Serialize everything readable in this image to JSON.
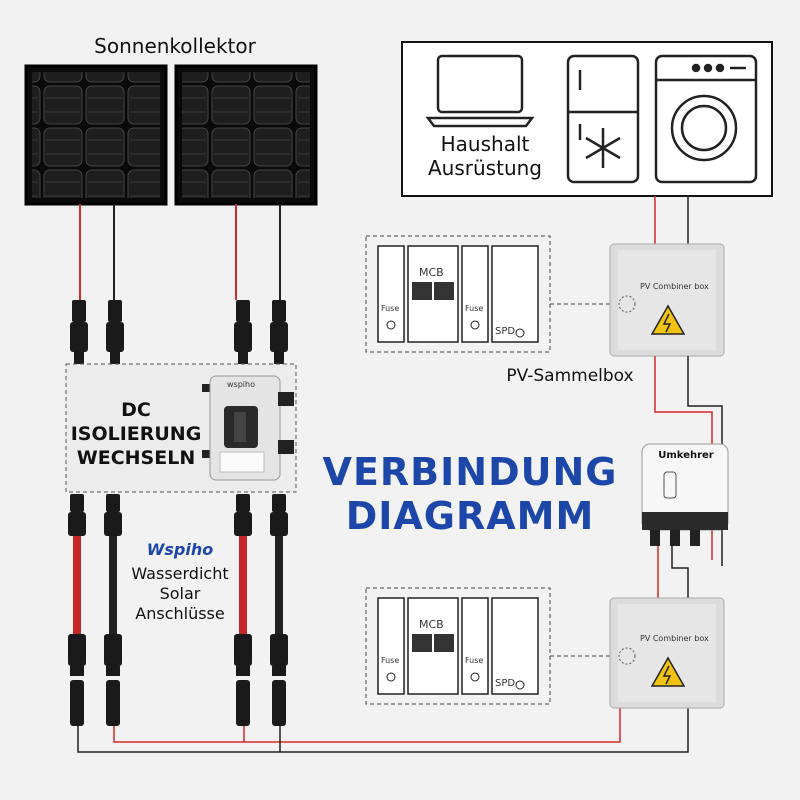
{
  "labels": {
    "solar_panels": "Sonnenkollektor",
    "household_line1": "Haushalt",
    "household_line2": "Ausrüstung",
    "dc_line1": "DC",
    "dc_line2": "ISOLIERUNG",
    "dc_line3": "WECHSELN",
    "main_line1": "VERBINDUNG",
    "main_line2": "DIAGRAMM",
    "pv_combiner": "PV-Sammelbox",
    "inverter": "Umkehrer",
    "brand": "Wspiho",
    "connectors_line1": "Wasserdicht",
    "connectors_line2": "Solar",
    "connectors_line3": "Anschlüsse",
    "combiner_box_text": "PV Combiner box",
    "isolator_brand": "wspiho"
  },
  "breaker_panel": {
    "mcb": "MCB",
    "fuse": "Fuse",
    "spd": "SPD"
  },
  "colors": {
    "title_blue": "#1c46a8",
    "wire_red": "#d42a2a",
    "wire_black": "#222222",
    "panel_dark": "#1a1a1a",
    "box_grey": "#d9d9d9",
    "warning_yellow": "#f3c313"
  },
  "icons": [
    "laptop-icon",
    "fridge-icon",
    "washing-machine-icon",
    "snowflake-icon",
    "warning-icon"
  ]
}
